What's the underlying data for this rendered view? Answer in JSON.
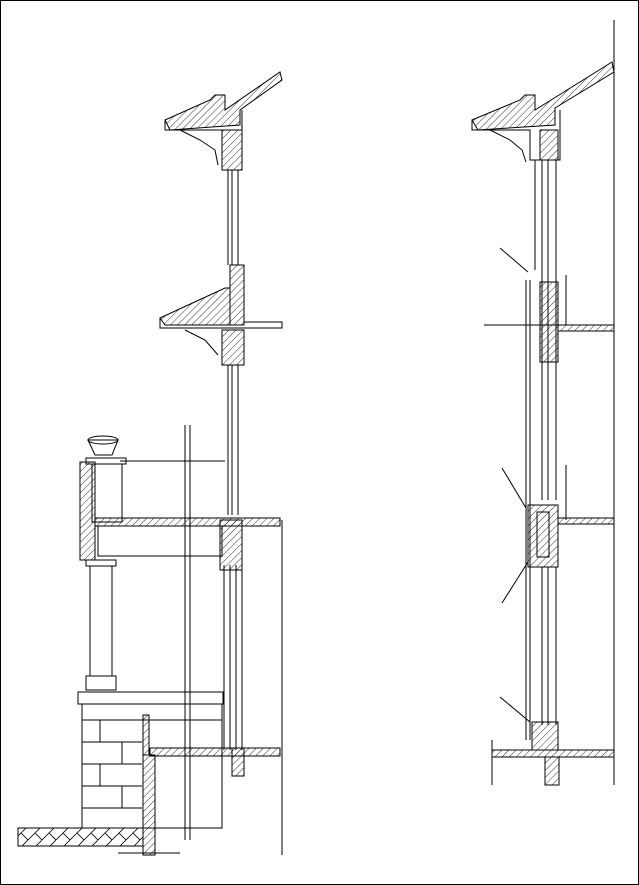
{
  "drawing": {
    "type": "architectural wall section elevation",
    "line_color": "#000000",
    "background_color": "#ffffff",
    "panels": [
      "left-section-with-balcony",
      "right-section"
    ]
  }
}
